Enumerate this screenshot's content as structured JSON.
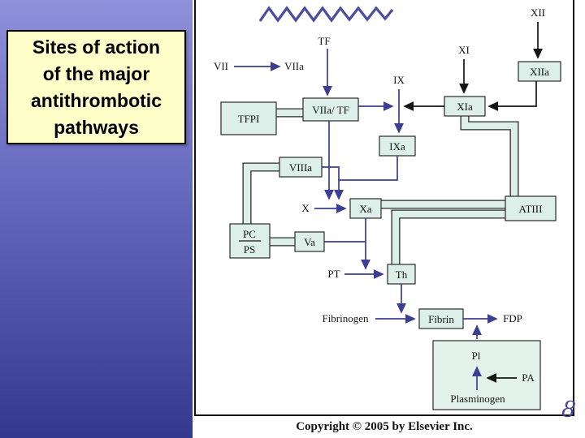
{
  "slide": {
    "title_lines": [
      "Sites of action",
      "of the major",
      "antithrombotic",
      "pathways"
    ],
    "page_glyph": "8"
  },
  "figure": {
    "copyright": "Copyright © 2005 by Elsevier Inc.",
    "plain_labels": {
      "tf": "TF",
      "vii": "VII",
      "viia": "VIIa",
      "ix": "IX",
      "xi": "XI",
      "xii": "XII",
      "x": "X",
      "pt": "PT",
      "fibrinogen": "Fibrinogen",
      "fdp": "FDP",
      "pa": "PA",
      "pl": "Pl",
      "plasminogen": "Plasminogen"
    },
    "box_labels": {
      "tfpi": "TFPI",
      "viia_tf": "VIIa/ TF",
      "xiia": "XIIa",
      "xia": "XIa",
      "ixa": "IXa",
      "viiia": "VIIIa",
      "xa": "Xa",
      "atiii": "ATIII",
      "pc": "PC",
      "ps": "PS",
      "va": "Va",
      "th": "Th",
      "fibrin": "Fibrin"
    },
    "colors": {
      "box_fill": "#dcefe9",
      "arrow_purple": "#3c3e92",
      "arrow_black": "#141414",
      "panel_gradient_top": "#8e90da",
      "panel_gradient_bottom": "#35388f",
      "title_background": "#ffffc9"
    }
  }
}
